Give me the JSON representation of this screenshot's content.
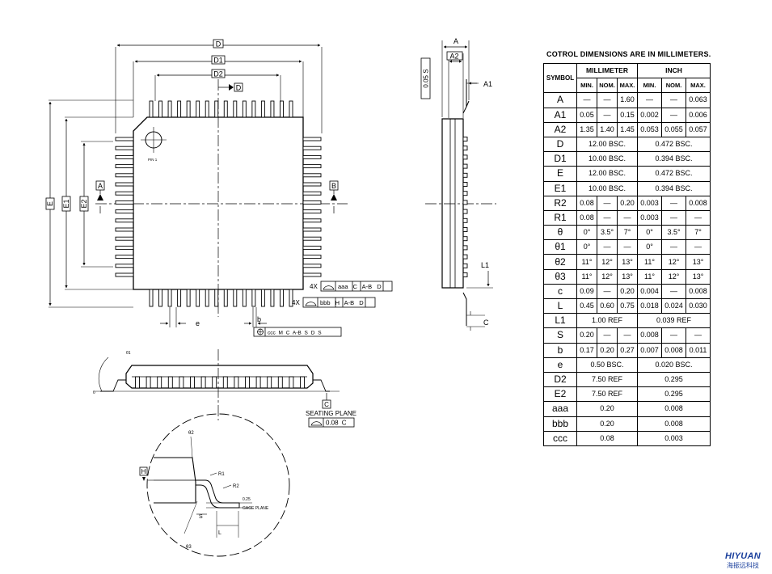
{
  "labels": {
    "D": "D",
    "D1": "D1",
    "D2": "D2",
    "D_ref": "D",
    "E": "E",
    "E1": "E1",
    "E2": "E2",
    "A": "A",
    "A2": "A2",
    "A1": "A1",
    "L1": "L1",
    "C": "C",
    "datum_A": "A",
    "datum_B": "B",
    "e": "e",
    "b": "b",
    "tolerance_aaa": "4X",
    "aaa_frame": "aaa C A-B D",
    "bbb_prefix": "4X",
    "bbb_frame": "bbb H A-B D",
    "ccc_frame": "ccc M C A-B S D S",
    "flatness": "0.05 S",
    "pin1": "PIN 1",
    "seating_plane": "SEATING PLANE",
    "seating_c": "C",
    "seating_tol": "0.08 C",
    "theta1": "θ1",
    "theta": "θ",
    "theta2": "θ2",
    "theta3": "θ3",
    "R1": "R1",
    "R2": "R2",
    "gage": "0.25",
    "gage_plane": "GAGE PLANE",
    "H": "H",
    "S": "S",
    "L": "L"
  },
  "table": {
    "title": "COTROL DIMENSIONS ARE IN MILLIMETERS.",
    "symbol_header": "SYMBOL",
    "mm_header": "MILLIMETER",
    "inch_header": "INCH",
    "sub_headers": [
      "MIN.",
      "NOM.",
      "MAX.",
      "MIN.",
      "NOM.",
      "MAX."
    ],
    "rows": [
      {
        "sym": "A",
        "cells": [
          "—",
          "—",
          "1.60",
          "—",
          "—",
          "0.063"
        ]
      },
      {
        "sym": "A1",
        "cells": [
          "0.05",
          "—",
          "0.15",
          "0.002",
          "—",
          "0.006"
        ]
      },
      {
        "sym": "A2",
        "cells": [
          "1.35",
          "1.40",
          "1.45",
          "0.053",
          "0.055",
          "0.057"
        ]
      },
      {
        "sym": "D",
        "mm": "12.00 BSC.",
        "inch": "0.472 BSC."
      },
      {
        "sym": "D1",
        "mm": "10.00 BSC.",
        "inch": "0.394 BSC."
      },
      {
        "sym": "E",
        "mm": "12.00 BSC.",
        "inch": "0.472 BSC."
      },
      {
        "sym": "E1",
        "mm": "10.00 BSC.",
        "inch": "0.394 BSC."
      },
      {
        "sym": "R2",
        "cells": [
          "0.08",
          "—",
          "0.20",
          "0.003",
          "—",
          "0.008"
        ]
      },
      {
        "sym": "R1",
        "cells": [
          "0.08",
          "—",
          "—",
          "0.003",
          "—",
          "—"
        ]
      },
      {
        "sym": "θ",
        "cells": [
          "0°",
          "3.5°",
          "7°",
          "0°",
          "3.5°",
          "7°"
        ]
      },
      {
        "sym": "θ1",
        "cells": [
          "0°",
          "—",
          "—",
          "0°",
          "—",
          "—"
        ]
      },
      {
        "sym": "θ2",
        "cells": [
          "11°",
          "12°",
          "13°",
          "11°",
          "12°",
          "13°"
        ]
      },
      {
        "sym": "θ3",
        "cells": [
          "11°",
          "12°",
          "13°",
          "11°",
          "12°",
          "13°"
        ]
      },
      {
        "sym": "c",
        "cells": [
          "0.09",
          "—",
          "0.20",
          "0.004",
          "—",
          "0.008"
        ]
      },
      {
        "sym": "L",
        "cells": [
          "0.45",
          "0.60",
          "0.75",
          "0.018",
          "0.024",
          "0.030"
        ]
      },
      {
        "sym": "L1",
        "mm": "1.00 REF",
        "inch": "0.039 REF"
      },
      {
        "sym": "S",
        "cells": [
          "0.20",
          "—",
          "—",
          "0.008",
          "—",
          "—"
        ]
      },
      {
        "sym": "b",
        "cells": [
          "0.17",
          "0.20",
          "0.27",
          "0.007",
          "0.008",
          "0.011"
        ]
      },
      {
        "sym": "e",
        "mm": "0.50 BSC.",
        "inch": "0.020 BSC."
      },
      {
        "sym": "D2",
        "mm": "7.50 REF",
        "inch": "0.295"
      },
      {
        "sym": "E2",
        "mm": "7.50 REF",
        "inch": "0.295"
      },
      {
        "sym": "aaa",
        "mm": "0.20",
        "inch": "0.008"
      },
      {
        "sym": "bbb",
        "mm": "0.20",
        "inch": "0.008"
      },
      {
        "sym": "ccc",
        "mm": "0.08",
        "inch": "0.003"
      }
    ]
  },
  "logo": {
    "name": "HIYUAN",
    "subtitle": "海振远科技"
  }
}
